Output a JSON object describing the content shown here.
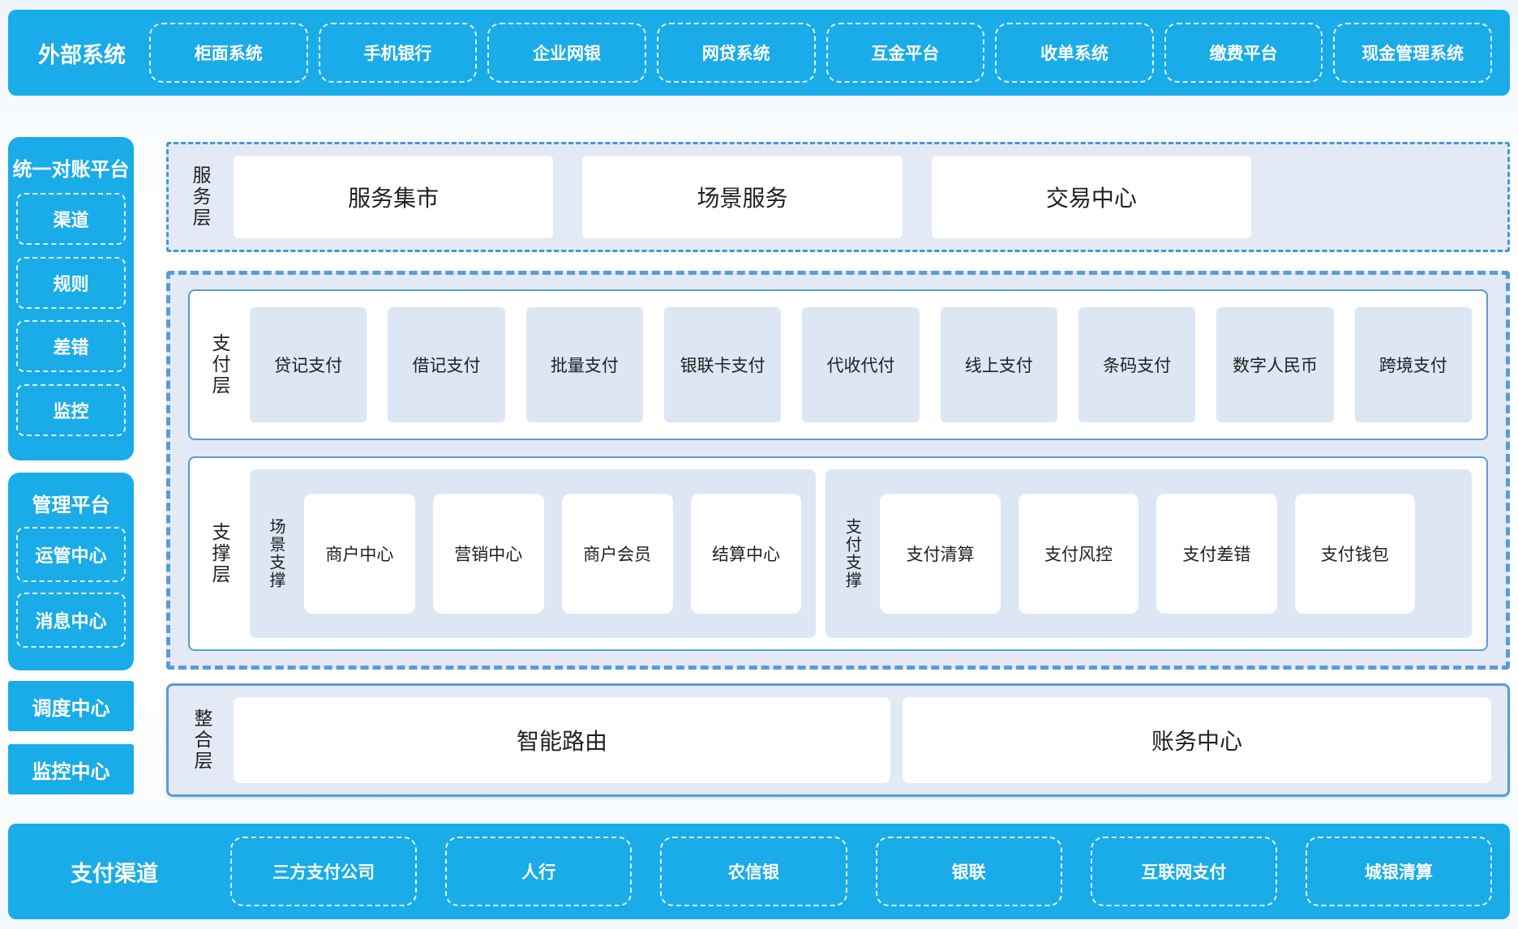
{
  "colors": {
    "accent_blue": "#1AACE8",
    "border_blue": "#5B9BD5",
    "dashdot_blue": "#4795D6",
    "panel_bg": "#E3EAF6",
    "tile_bg": "#DCE6F4",
    "box_bg": "#FFFFFF",
    "dark_text": "#1F1F1F",
    "light_text": "#FFFFFF"
  },
  "top_bar": {
    "title": "外部系统",
    "items": [
      "柜面系统",
      "手机银行",
      "企业网银",
      "网贷系统",
      "互金平台",
      "收单系统",
      "缴费平台",
      "现金管理系统"
    ]
  },
  "sidebar": {
    "recon_platform": {
      "title": "统一对账平台",
      "items": [
        "渠道",
        "规则",
        "差错",
        "监控"
      ]
    },
    "mgmt_platform": {
      "title": "管理平台",
      "items": [
        "运管中心",
        "消息中心"
      ]
    },
    "solo_blocks": [
      "调度中心",
      "监控中心"
    ]
  },
  "service_layer": {
    "label": "服务层",
    "items": [
      "服务集市",
      "场景服务",
      "交易中心"
    ]
  },
  "payment_layer": {
    "label": "支付层",
    "items": [
      "贷记支付",
      "借记支付",
      "批量支付",
      "银联卡支付",
      "代收代付",
      "线上支付",
      "条码支付",
      "数字人民币",
      "跨境支付"
    ]
  },
  "support_layer": {
    "label": "支撑层",
    "groups": [
      {
        "label": "场景支撑",
        "items": [
          "商户中心",
          "营销中心",
          "商户会员",
          "结算中心"
        ]
      },
      {
        "label": "支付支撑",
        "items": [
          "支付清算",
          "支付风控",
          "支付差错",
          "支付钱包"
        ]
      }
    ]
  },
  "integration_layer": {
    "label": "整合层",
    "items": [
      "智能路由",
      "账务中心"
    ]
  },
  "bottom_bar": {
    "title": "支付渠道",
    "items": [
      "三方支付公司",
      "人行",
      "农信银",
      "银联",
      "互联网支付",
      "城银清算"
    ]
  }
}
